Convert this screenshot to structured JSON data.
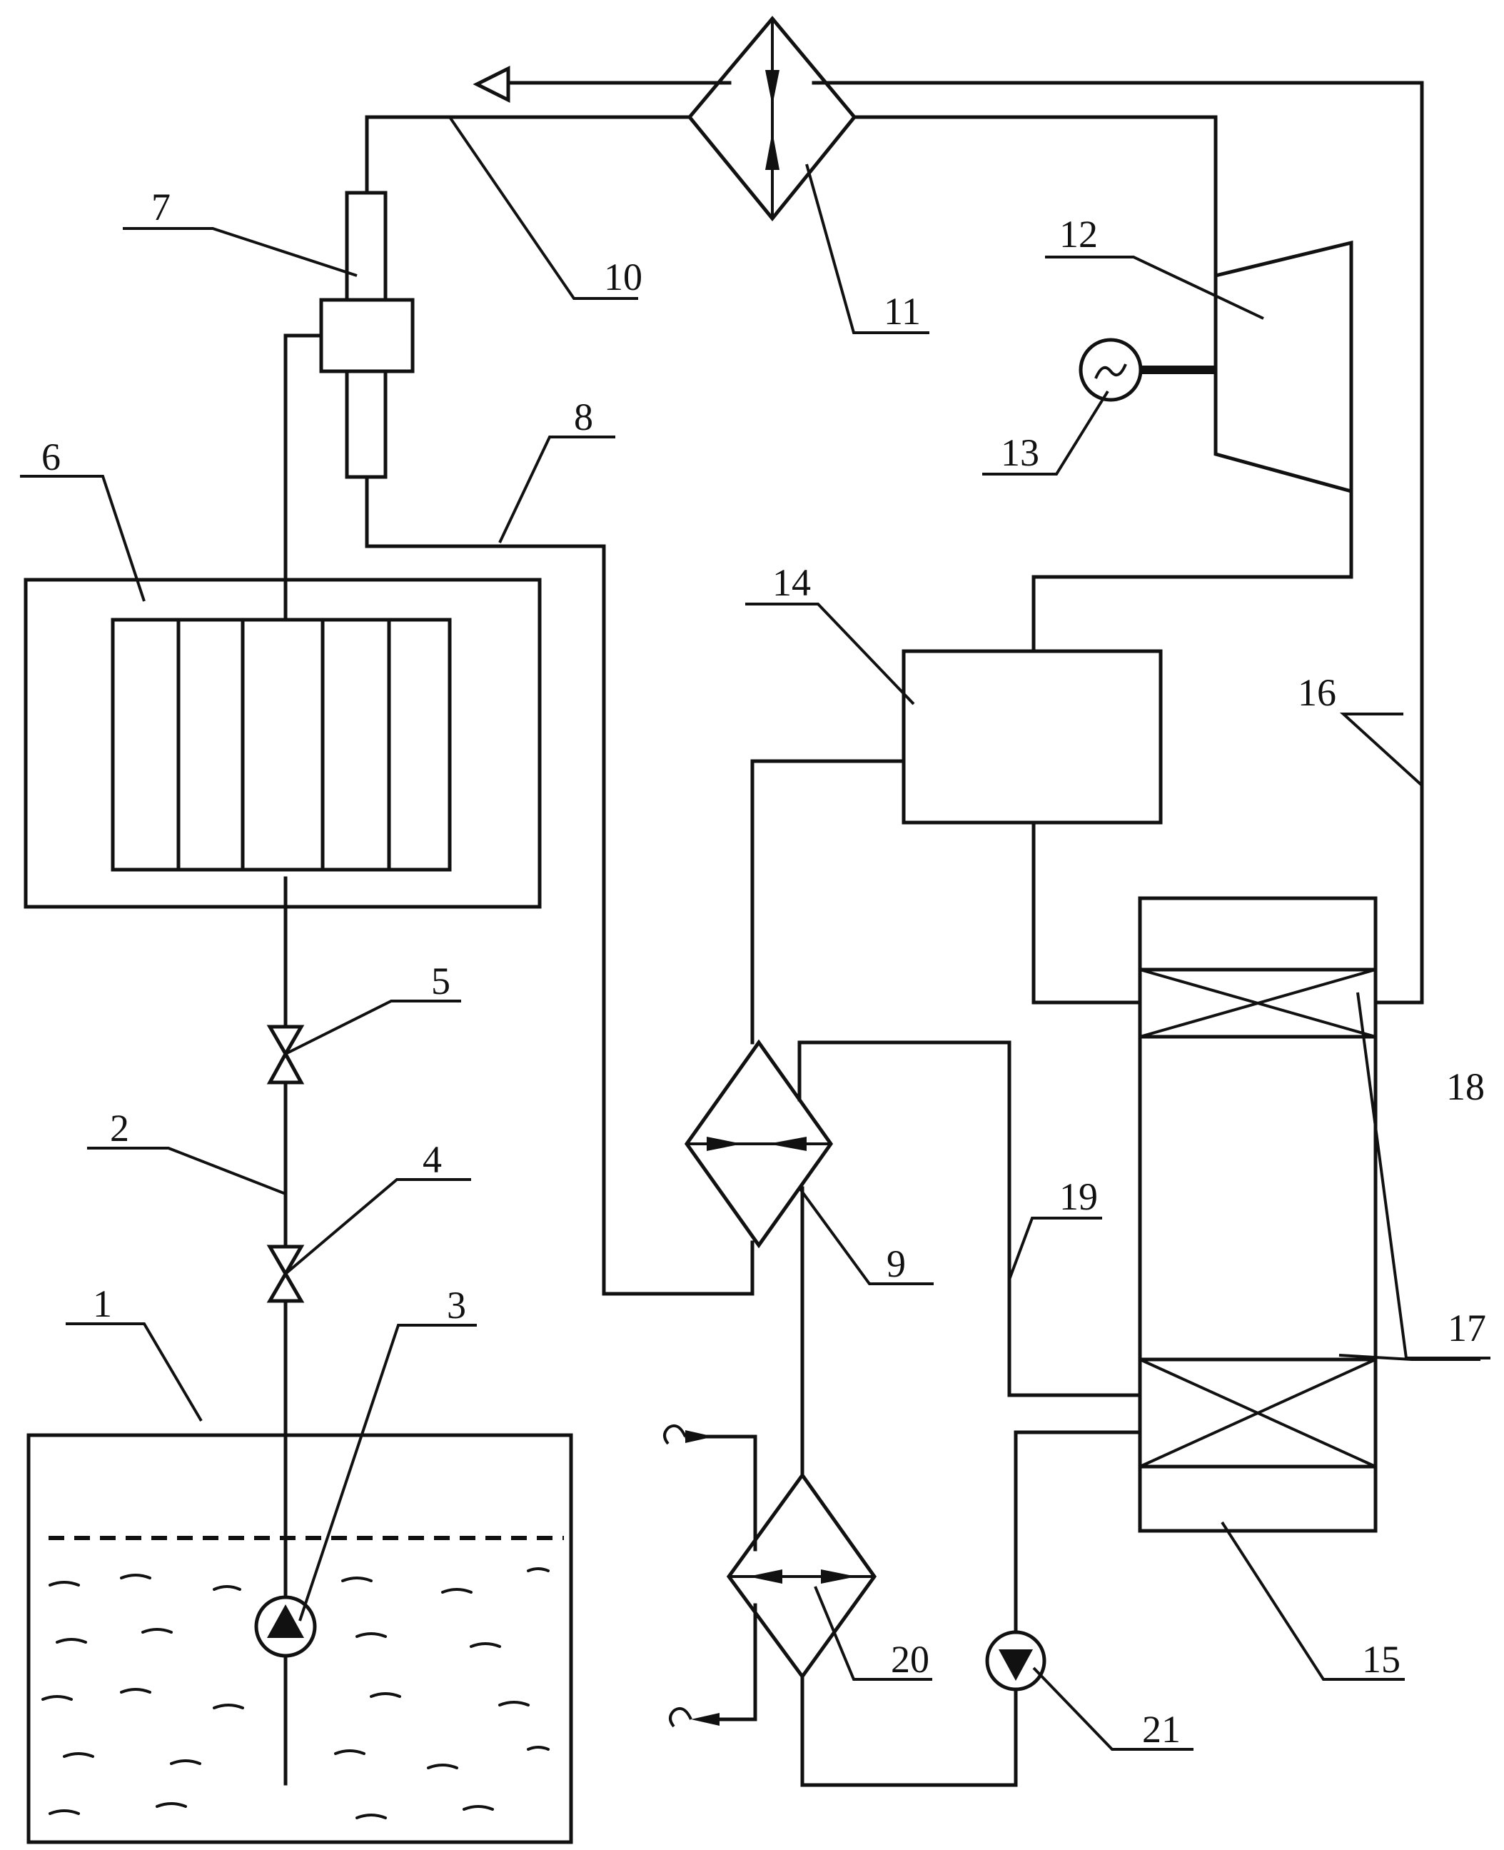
{
  "labels": {
    "l1": "1",
    "l2": "2",
    "l3": "3",
    "l4": "4",
    "l5": "5",
    "l6": "6",
    "l7": "7",
    "l8": "8",
    "l9": "9",
    "l10": "10",
    "l11": "11",
    "l12": "12",
    "l13": "13",
    "l14": "14",
    "l15": "15",
    "l16": "16",
    "l17": "17",
    "l18": "18",
    "l19": "19",
    "l20": "20",
    "l21": "21"
  },
  "icons": {
    "pump": "circle-with-triangle-icon",
    "valve": "bowtie-valve-icon",
    "heat_exchanger": "diamond-heat-exchanger-icon",
    "generator": "circle-tilde-icon",
    "turbine": "trapezoid-turbine-icon",
    "arrow": "open-triangle-arrow-icon",
    "hook": "hook-arrow-icon"
  }
}
